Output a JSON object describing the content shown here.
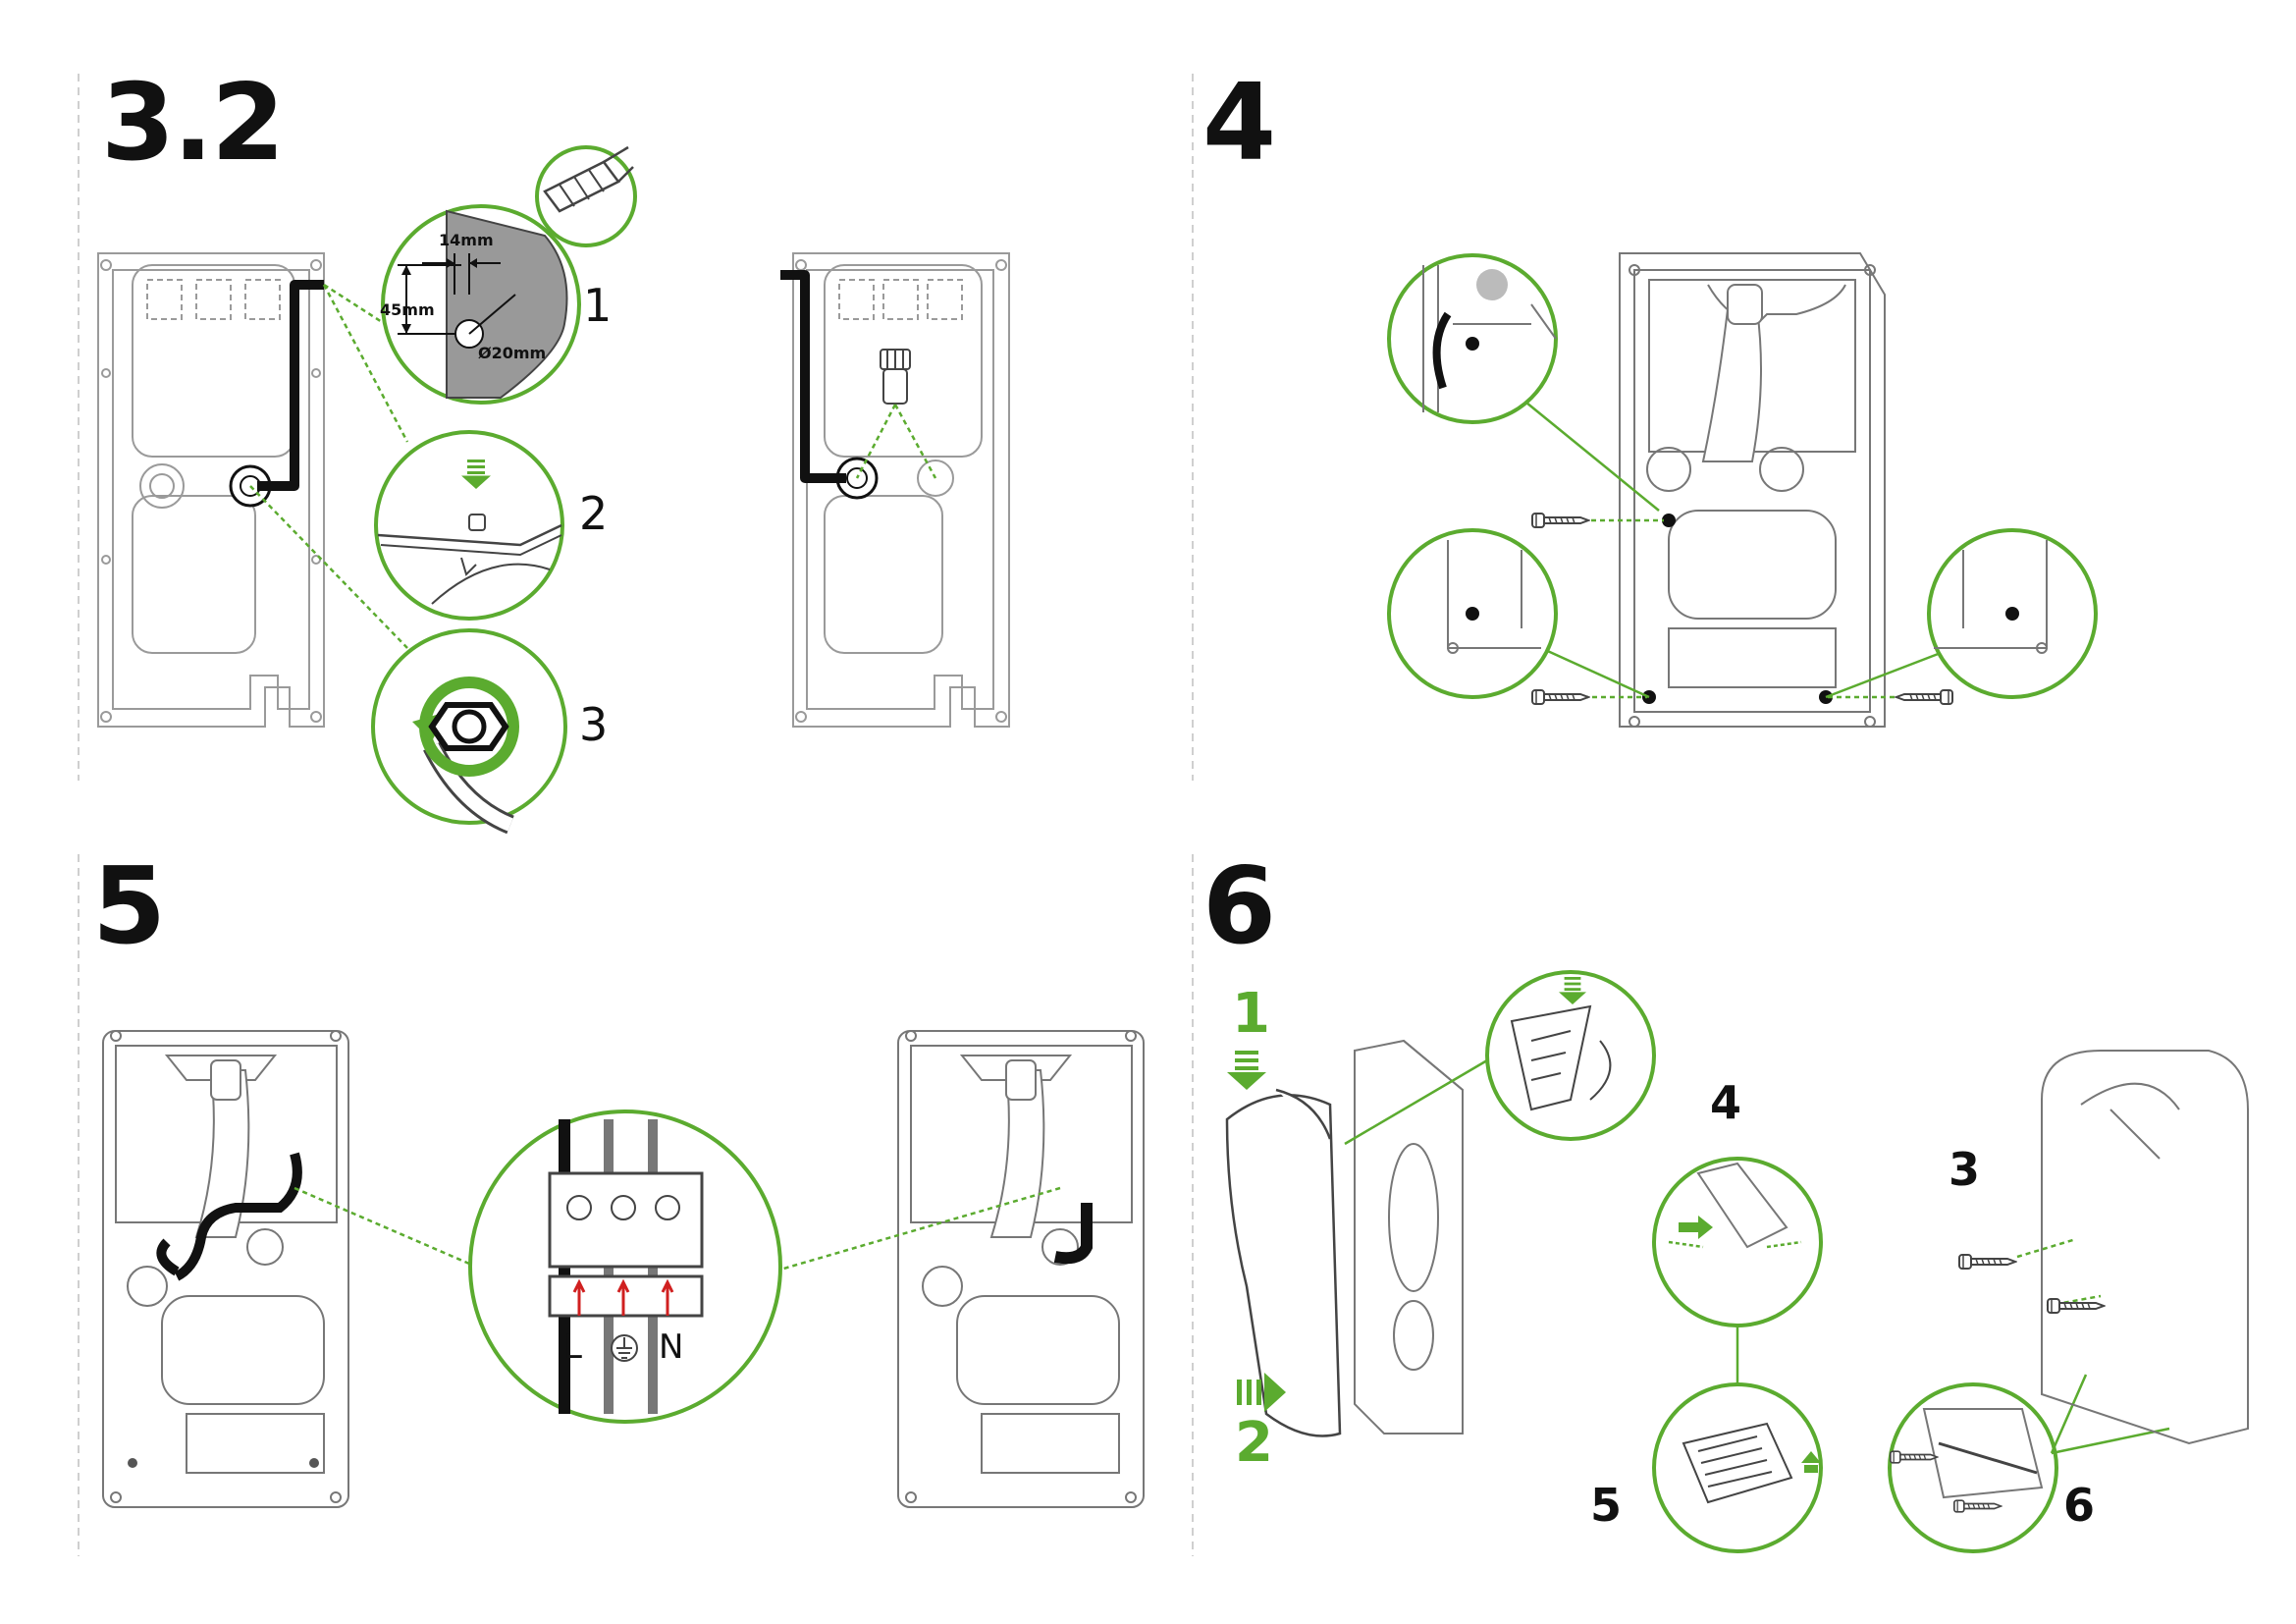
{
  "colors": {
    "accent": "#5bab2f",
    "line": "#444444",
    "light": "#9a9a9a",
    "cable": "#111111",
    "red": "#d02020"
  },
  "steps": {
    "s32": {
      "title": "3.2",
      "sub": [
        "1",
        "2",
        "3"
      ],
      "dims": {
        "width": "14mm",
        "height": "45mm",
        "diameter": "Ø20mm"
      }
    },
    "s4": {
      "title": "4"
    },
    "s5": {
      "title": "5",
      "terminals": [
        "L",
        "N"
      ]
    },
    "s6": {
      "title": "6",
      "sub": [
        "1",
        "2",
        "3",
        "4",
        "5",
        "6"
      ]
    }
  },
  "icons": [
    "drill-bit-icon",
    "push-down-arrow-icon",
    "rotate-arrow-icon",
    "earth-symbol-icon",
    "screw-icon"
  ]
}
